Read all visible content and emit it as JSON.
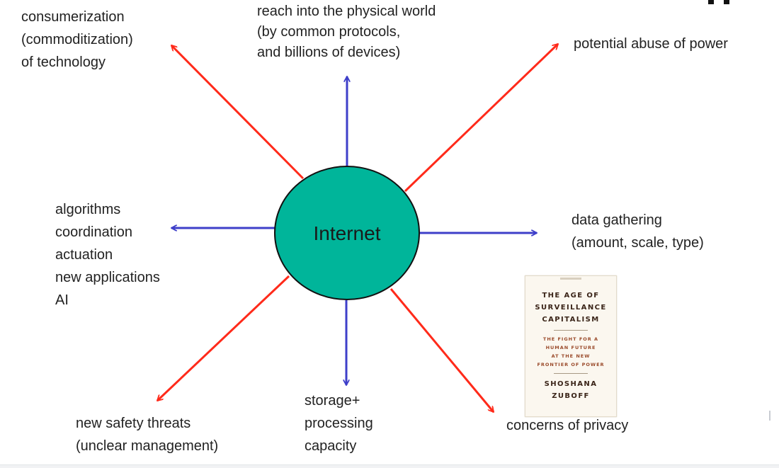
{
  "center": {
    "label": "Internet"
  },
  "labels": {
    "top_left": [
      "consumerization",
      "(commoditization)",
      "of technology"
    ],
    "top": [
      "reach into the physical world",
      "(by common protocols,",
      "and billions of devices)"
    ],
    "top_right": [
      "potential abuse of power"
    ],
    "left": [
      "algorithms",
      "coordination",
      "actuation",
      "new applications",
      "AI"
    ],
    "right": [
      "data gathering",
      "(amount, scale, type)"
    ],
    "bottom_left": [
      "new safety threats",
      "(unclear management)"
    ],
    "bottom": [
      "storage+",
      "processing",
      "capacity"
    ],
    "bottom_right": [
      "concerns of privacy"
    ]
  },
  "book": {
    "title_lines": [
      "THE AGE OF",
      "SURVEILLANCE",
      "CAPITALISM"
    ],
    "subtitle_lines": [
      "THE FIGHT FOR A",
      "HUMAN FUTURE",
      "AT THE NEW",
      "FRONTIER OF POWER"
    ],
    "author_lines": [
      "SHOSHANA",
      "ZUBOFF"
    ]
  },
  "colors": {
    "ellipse_fill": "#00b59a",
    "ellipse_stroke": "#111111",
    "arrow_red": "#ff2a1a",
    "arrow_blue": "#3e3fc9"
  }
}
